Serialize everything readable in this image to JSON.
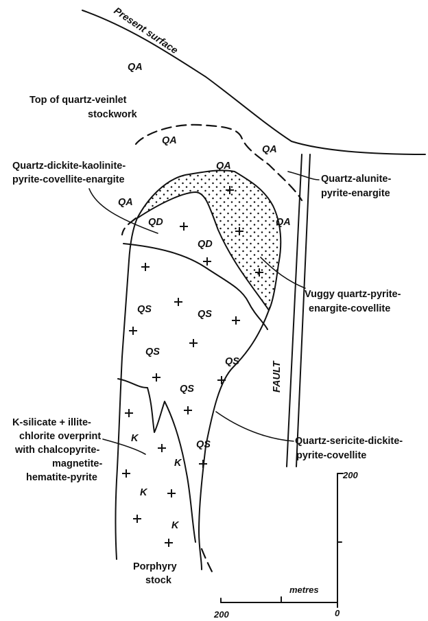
{
  "labels": {
    "present_surface": "Present surface",
    "top_stockwork_1": "Top of quartz-veinlet",
    "top_stockwork_2": "stockwork",
    "qdkpce_1": "Quartz-dickite-kaolinite-",
    "qdkpce_2": "pyrite-covellite-enargite",
    "qape_1": "Quartz-alunite-",
    "qape_2": "pyrite-enargite",
    "vuggy_1": "Vuggy quartz-pyrite-",
    "vuggy_2": "enargite-covellite",
    "qsdpc_1": "Quartz-sericite-dickite-",
    "qsdpc_2": "pyrite-covellite",
    "ksil_1": "K-silicate + illite-",
    "ksil_2": "chlorite overprint",
    "ksil_3": "with chalcopyrite-",
    "ksil_4": "magnetite-",
    "ksil_5": "hematite-pyrite",
    "porphyry_1": "Porphyry",
    "porphyry_2": "stock",
    "fault": "FAULT"
  },
  "zones": {
    "qa": "QA",
    "qd": "QD",
    "qs": "QS",
    "k": "K"
  },
  "scale": {
    "unit": "metres",
    "vertical_top": "200",
    "horizontal_left": "200",
    "origin": "0"
  }
}
